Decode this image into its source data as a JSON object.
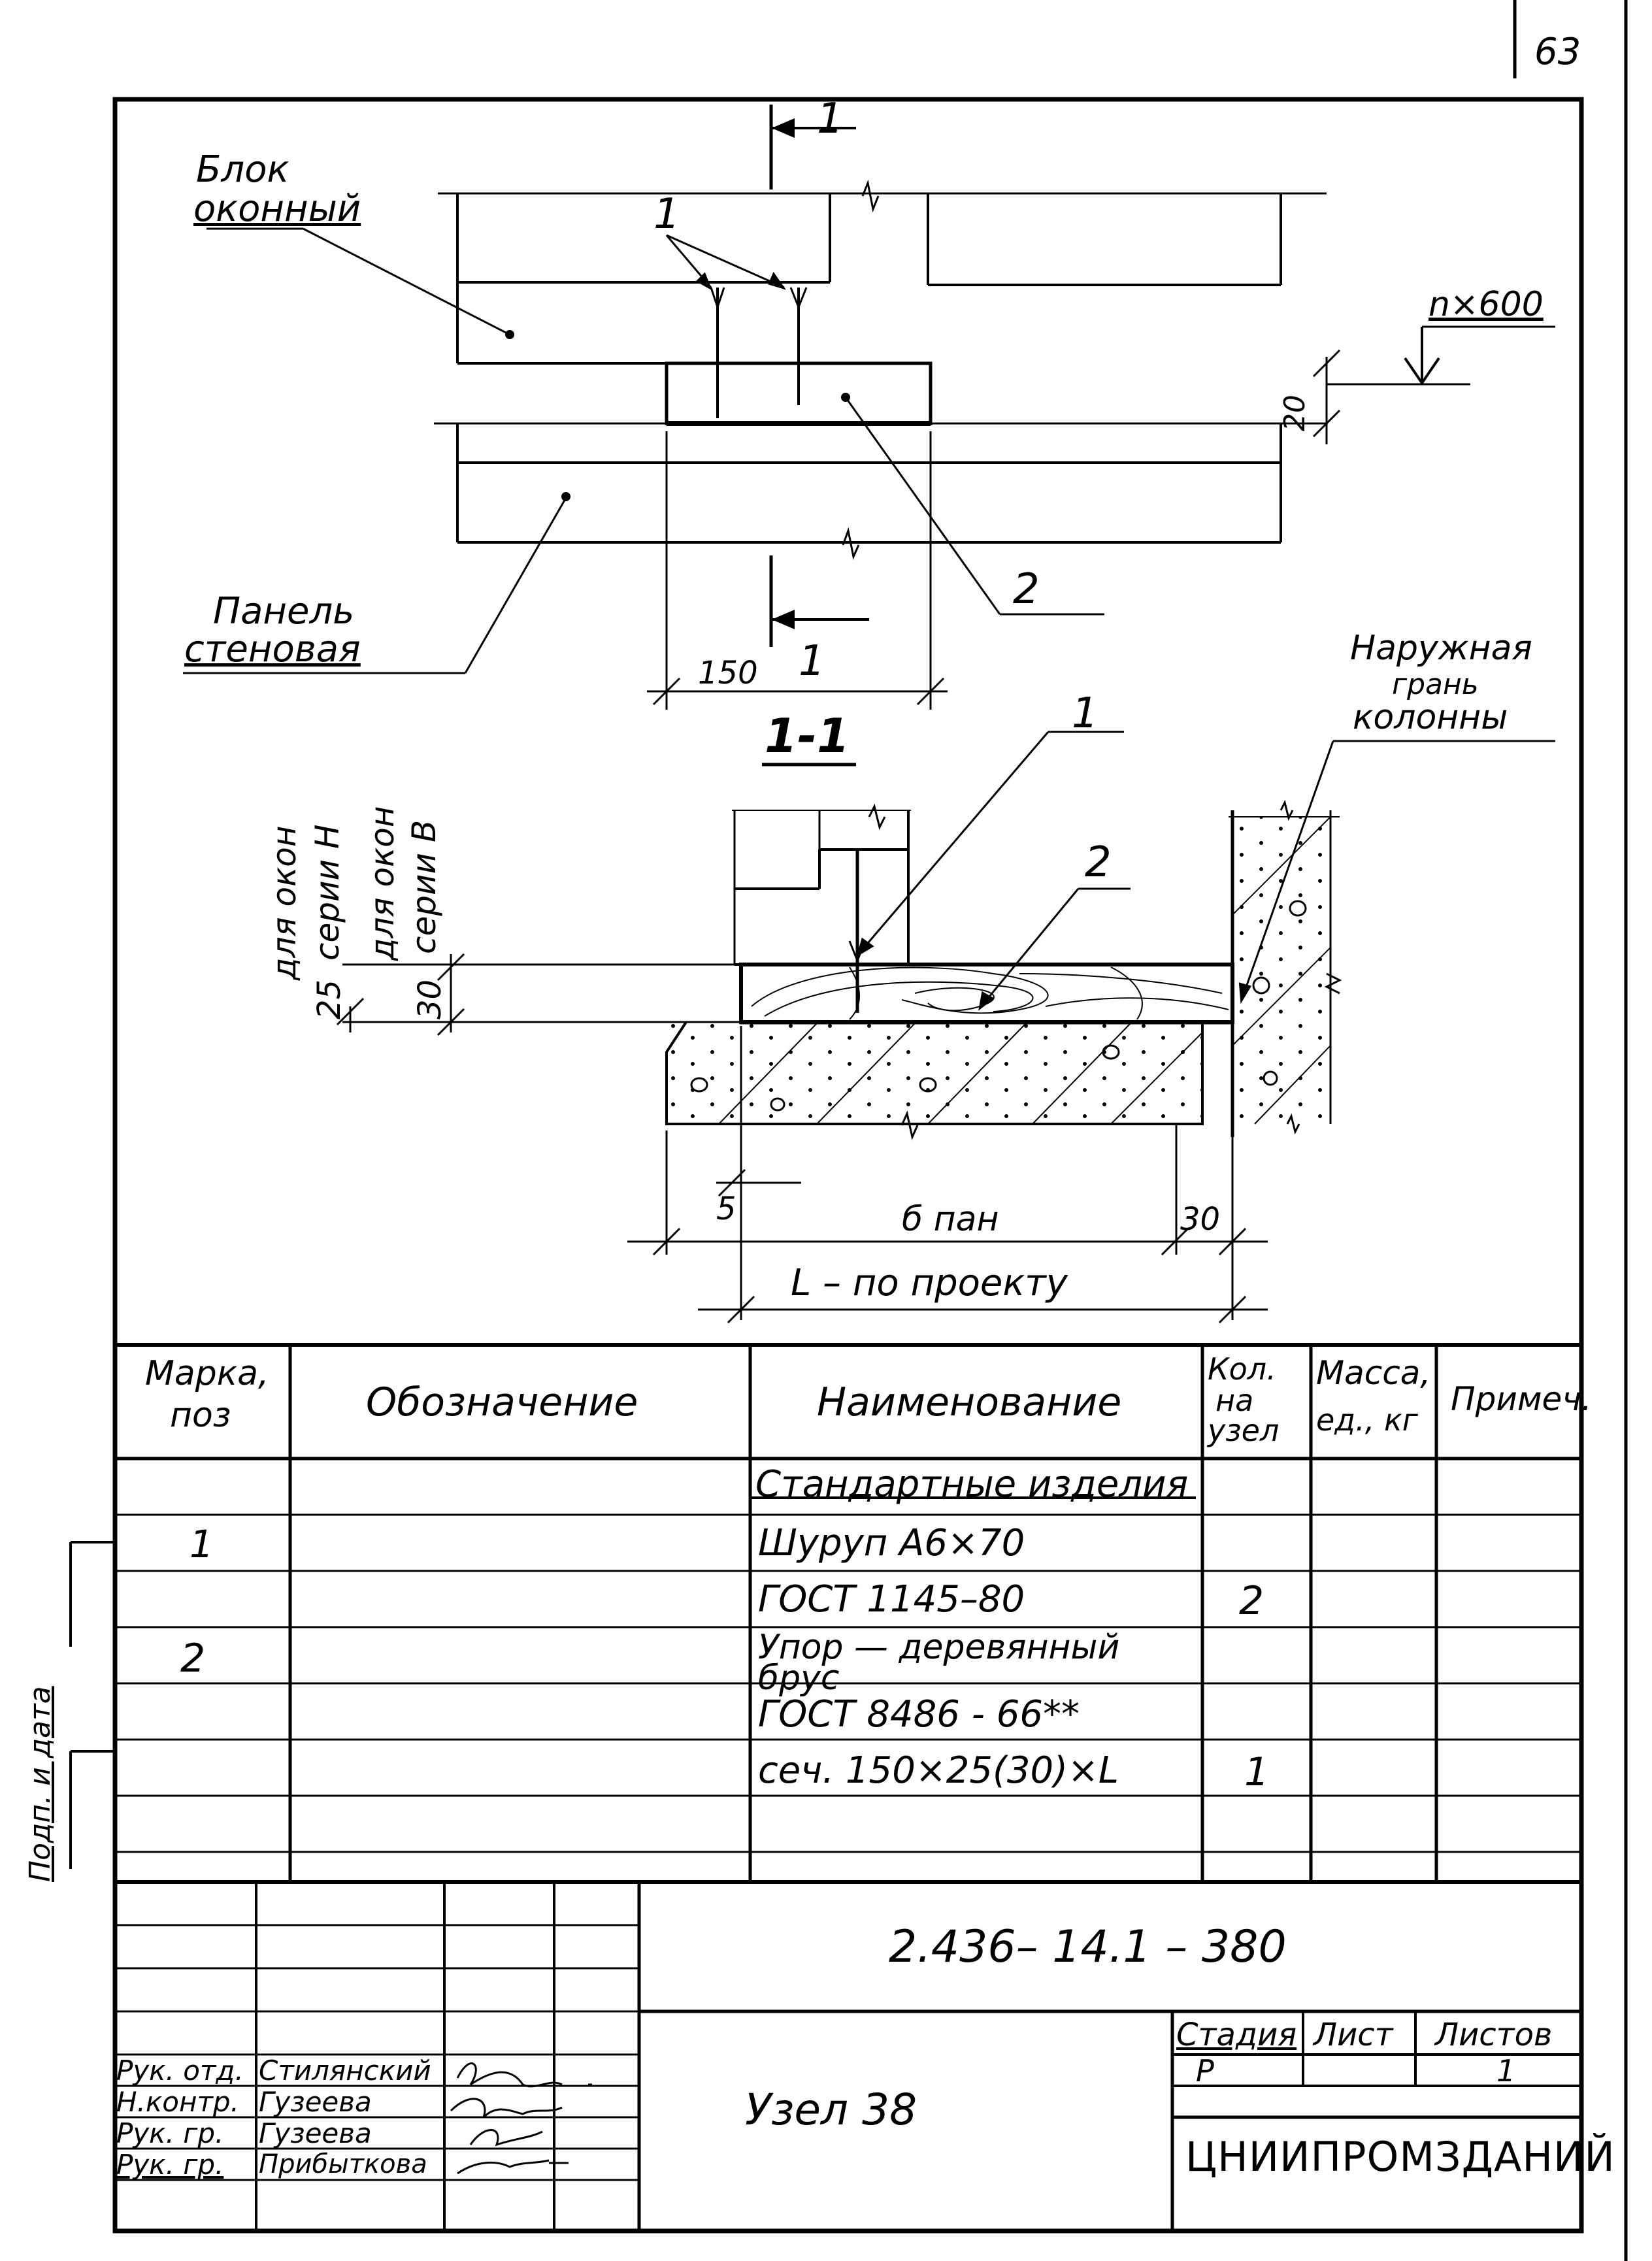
{
  "sheet_number": "63",
  "plan": {
    "section_mark_top": "1",
    "section_mark_bottom": "1",
    "label_block": [
      "Блок",
      "оконный"
    ],
    "label_panel": [
      "Панель",
      "стеновая"
    ],
    "callout_1": "1",
    "callout_2": "2",
    "dim_n600": "n×600",
    "dim_20": "20",
    "dim_150": "150"
  },
  "section": {
    "title": "1-1",
    "label_outer_face": [
      "Наружная",
      "грань",
      "колонны"
    ],
    "callout_1": "1",
    "callout_2": "2",
    "label_series_h": [
      "для окон",
      "серии Н"
    ],
    "label_series_b": [
      "для окон",
      "серии В"
    ],
    "dim_25": "25",
    "dim_30_left": "30",
    "dim_5": "5",
    "dim_b_pan": "б пан",
    "dim_30_right": "30",
    "dim_l": "L – по проекту"
  },
  "spec_table": {
    "headers": {
      "mark": [
        "Марка,",
        "поз"
      ],
      "designation": "Обозначение",
      "name": "Наименование",
      "qty": [
        "Кол.",
        "на",
        "узел"
      ],
      "mass": [
        "Масса,",
        "ед., кг"
      ],
      "note": "Примеч."
    },
    "rows": [
      {
        "mark": "",
        "name": "Стандартные изделия",
        "qty": ""
      },
      {
        "mark": "1",
        "name": "Шуруп А6×70",
        "qty": ""
      },
      {
        "mark": "",
        "name": "ГОСТ 1145–80",
        "qty": "2"
      },
      {
        "mark": "2",
        "name": "Упор — деревянный брус",
        "qty": ""
      },
      {
        "mark": "",
        "name": "ГОСТ 8486 - 66**",
        "qty": ""
      },
      {
        "mark": "",
        "name": "сеч. 150×25(30)×L",
        "qty": "1"
      },
      {
        "mark": "",
        "name": "",
        "qty": ""
      }
    ]
  },
  "side_stamp": {
    "label": "Подп. и дата"
  },
  "title_block": {
    "document_code": "2.436– 14.1 – 380",
    "node_title": "Узел 38",
    "stage_label": "Стадия",
    "sheet_label": "Лист",
    "sheets_label": "Листов",
    "stage_value": "Р",
    "sheet_value": "",
    "sheets_value": "1",
    "organization": "ЦНИИПРОМЗДАНИЙ",
    "signers": [
      {
        "role": "Рук. отд.",
        "name": "Стилянский"
      },
      {
        "role": "Н.контр.",
        "name": "Гузеева"
      },
      {
        "role": "Рук. гр.",
        "name": "Гузеева"
      },
      {
        "role": "Рук. гр.",
        "name": "Прибыткова"
      }
    ]
  }
}
